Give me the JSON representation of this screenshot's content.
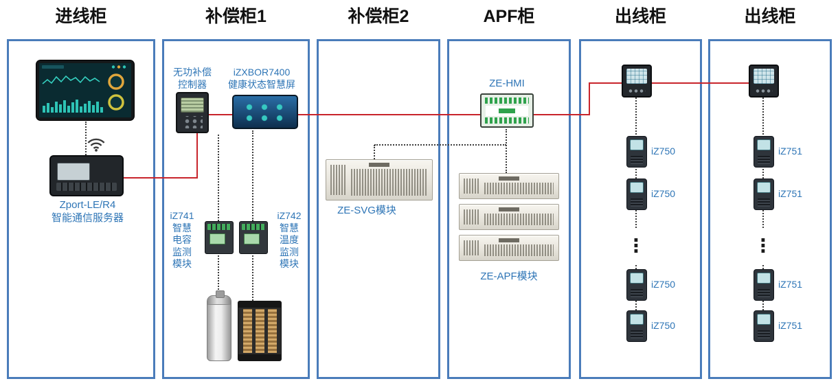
{
  "colors": {
    "cabinet_border": "#4a7cba",
    "label_blue": "#2e75b6",
    "line_red": "#c8242b",
    "dotted_line": "#3c3c3c"
  },
  "titles": [
    "进线柜",
    "补偿柜1",
    "补偿柜2",
    "APF柜",
    "出线柜",
    "出线柜"
  ],
  "cab1": {
    "server_label": "Zport-LE/R4\n智能通信服务器"
  },
  "cab2": {
    "controller_label": "无功补偿\n控制器",
    "screen_label": "iZXBOR7400\n健康状态智慧屏",
    "iz741_label": "iZ741\n智慧\n电容\n监测\n模块",
    "iz742_label": "iZ742\n智慧\n温度\n监测\n模块"
  },
  "cab3": {
    "svg_label": "ZE-SVG模块"
  },
  "cab4": {
    "hmi_label": "ZE-HMI",
    "apf_label": "ZE-APF模块"
  },
  "cab5": {
    "modules": [
      "iZ750",
      "iZ750",
      "iZ750",
      "iZ750"
    ],
    "ellipsis": "⋮"
  },
  "cab6": {
    "modules": [
      "iZ751",
      "iZ751",
      "iZ751",
      "iZ751"
    ],
    "ellipsis": "⋮"
  }
}
